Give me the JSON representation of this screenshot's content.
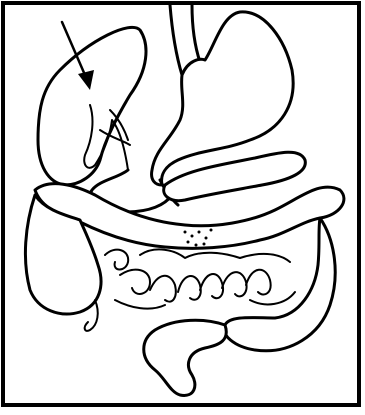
{
  "figure": {
    "background": "#ffffff",
    "ink_color": "#000000",
    "parts": [
      {
        "name": "pointer-arrow"
      },
      {
        "name": "liver"
      },
      {
        "name": "gallbladder-and-bile-ducts"
      },
      {
        "name": "stomach"
      },
      {
        "name": "esophagus"
      },
      {
        "name": "duodenum"
      },
      {
        "name": "pancreas"
      },
      {
        "name": "transverse-colon"
      },
      {
        "name": "ascending-colon"
      },
      {
        "name": "descending-colon"
      },
      {
        "name": "small-intestine"
      },
      {
        "name": "appendix"
      },
      {
        "name": "rectum"
      }
    ]
  }
}
